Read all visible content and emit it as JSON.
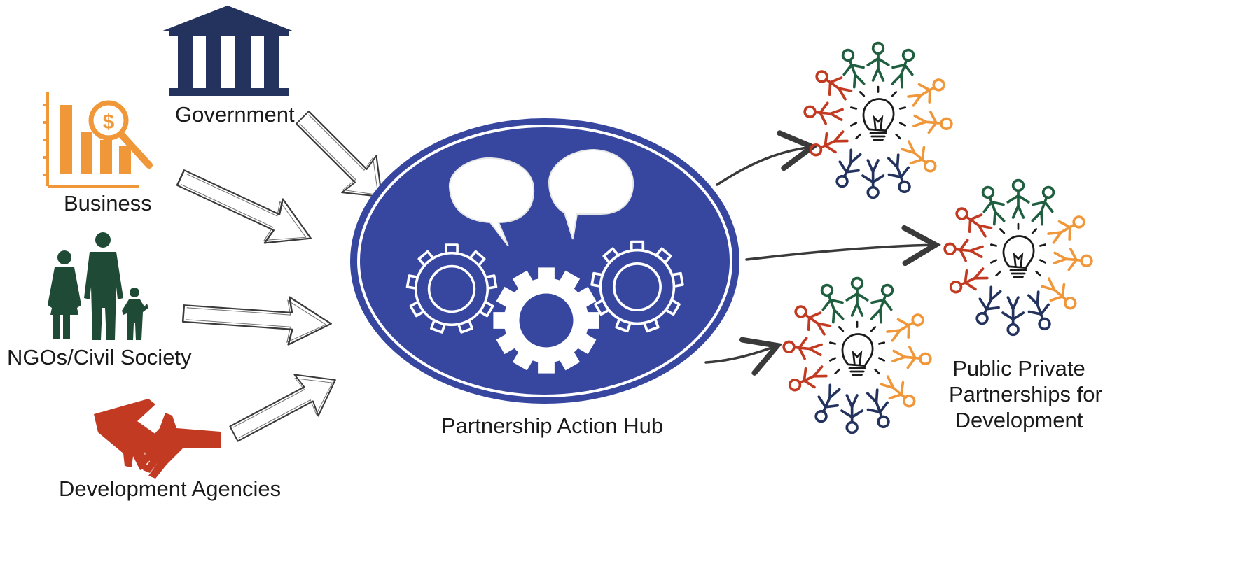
{
  "stakeholders": {
    "government": {
      "label": "Government",
      "icon": "government-building-icon",
      "color": "#24335e"
    },
    "business": {
      "label": "Business",
      "icon": "business-chart-icon",
      "color": "#f0973a"
    },
    "ngos": {
      "label": "NGOs/Civil Society",
      "icon": "family-icon",
      "color": "#1f4a36"
    },
    "agencies": {
      "label": "Development Agencies",
      "icon": "handshake-icon",
      "color": "#c23a22"
    }
  },
  "hub": {
    "label": "Partnership Action Hub",
    "icons": [
      "speech-bubble-icon",
      "gear-icon"
    ],
    "color": "#3747a0"
  },
  "outcome": {
    "lines": [
      "Public Private",
      "Partnerships for",
      "Development"
    ],
    "icon": "people-circle-lightbulb-icon",
    "colors": [
      "#c23a22",
      "#1f5e3e",
      "#f0973a",
      "#24335e"
    ]
  }
}
